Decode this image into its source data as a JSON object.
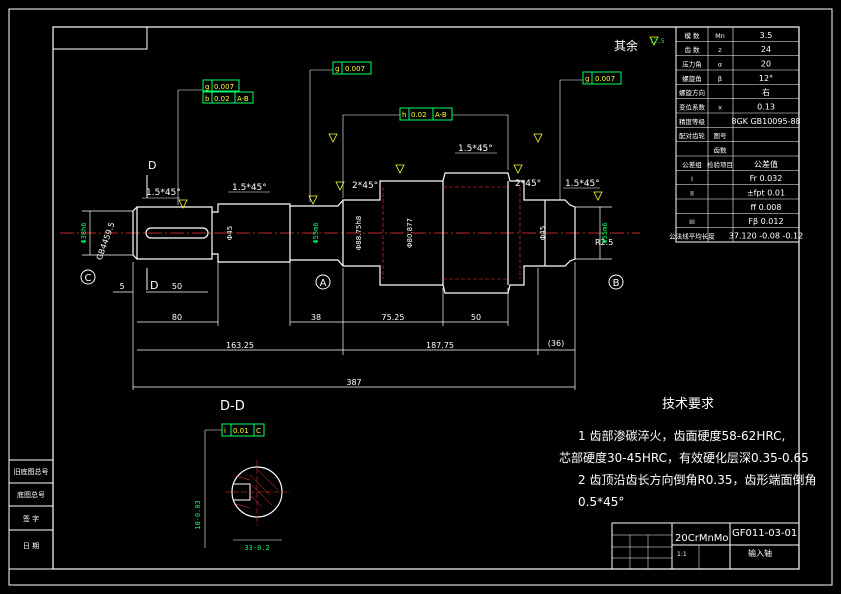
{
  "title_block": {
    "material": "20CrMnMo",
    "drawing_no": "GF011-03-01",
    "part_name": "输入轴",
    "scale": "1:1"
  },
  "roughness_other": {
    "label": "其余",
    "value": "12.5"
  },
  "section_view": {
    "label": "D-D",
    "tolerance": [
      "i",
      "0.01",
      "C"
    ],
    "width_dim": "10-0.03",
    "depth_dim": "33-0.2"
  },
  "tech_requirements": {
    "title": "技术要求",
    "lines": [
      "1 齿部渗碳淬火，齿面硬度58-62HRC,",
      "芯部硬度30-45HRC，有效硬化层深0.35-0.65",
      "2 齿顶沿齿长方向倒角R0.35，齿形端面倒角",
      "0.5*45°"
    ]
  },
  "param_table": {
    "rows": [
      [
        "模 数",
        "Mn",
        "3.5"
      ],
      [
        "齿 数",
        "z",
        "24"
      ],
      [
        "压力角",
        "α",
        "20"
      ],
      [
        "螺旋角",
        "β",
        "12°"
      ],
      [
        "螺旋方向",
        "",
        "右"
      ],
      [
        "变位系数",
        "x",
        "0.13"
      ],
      [
        "精度等级",
        "",
        "8GK GB10095-88"
      ],
      [
        "配对齿轮",
        "图号",
        ""
      ],
      [
        "",
        "齿数",
        ""
      ],
      [
        "公差组",
        "检验项目",
        "公差值"
      ],
      [
        "I",
        "",
        "Fr 0.032"
      ],
      [
        "II",
        "",
        "±fpt 0.01"
      ],
      [
        "",
        "",
        "ff 0.008"
      ],
      [
        "III",
        "",
        "Fβ 0.012"
      ],
      [
        "公法线平均长度",
        "",
        "37.120 -0.08 -0.12"
      ]
    ]
  },
  "dimensions": {
    "overall": "387",
    "left_section": "163.25",
    "right_section": "187.75",
    "right_end": "(36)",
    "keyway_len": "80",
    "keyway": "50",
    "seg_38": "38",
    "seg_75": "75.25",
    "seg_50": "50",
    "offset_5": "5",
    "dia_left": "Φ38h6",
    "dia_mid": "Φ45",
    "dia_bearing_a": "Φ55m6",
    "dia_gear": "Φ88.75h8",
    "dia_gear2": "Φ80.877",
    "dia_right": "Φ55m6",
    "r_end": "R2.5",
    "center": "GB4459.5",
    "chamfer1": "1.5*45°",
    "chamfer2": "1.5*45°",
    "chamfer3": "2*45°",
    "chamfer4": "1.5*45°",
    "chamfer5": "2*45°",
    "chamfer6": "1.5*45°",
    "datum_a": "A",
    "datum_b": "B",
    "datum_c": "C",
    "section_d": "D"
  },
  "tolerance_frames": {
    "t1": [
      "g",
      "0.007"
    ],
    "t2": [
      "b",
      "0.02",
      "A-B"
    ],
    "t3": [
      "g",
      "0.007"
    ],
    "t4": [
      "h",
      "0.02",
      "A-B"
    ],
    "t5": [
      "g",
      "0.007"
    ]
  },
  "left_labels": [
    "旧底图总号",
    "底图总号",
    "签 字",
    "日 期"
  ]
}
